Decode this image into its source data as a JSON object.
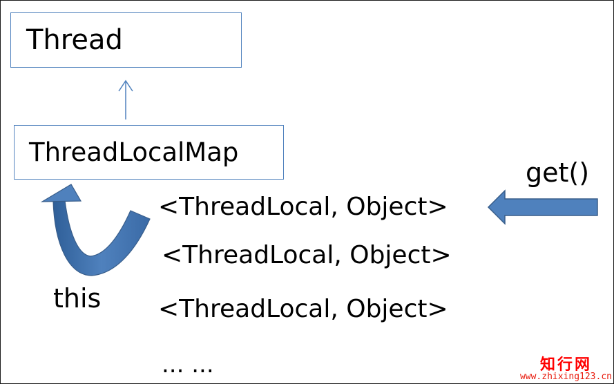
{
  "diagram": {
    "nodes": {
      "thread": "Thread",
      "thread_local_map": "ThreadLocalMap"
    },
    "entries": [
      "<ThreadLocal, Object>",
      "<ThreadLocal, Object>",
      "<ThreadLocal, Object>"
    ],
    "ellipsis": "... ...",
    "labels": {
      "this": "this",
      "get": "get()"
    },
    "colors": {
      "box_border": "#4f81bd",
      "arrow_fill": "#4f81bd",
      "arrow_stroke": "#385d8a"
    }
  },
  "watermark": {
    "title": "知行网",
    "url": "www.zhixing123.cn"
  }
}
